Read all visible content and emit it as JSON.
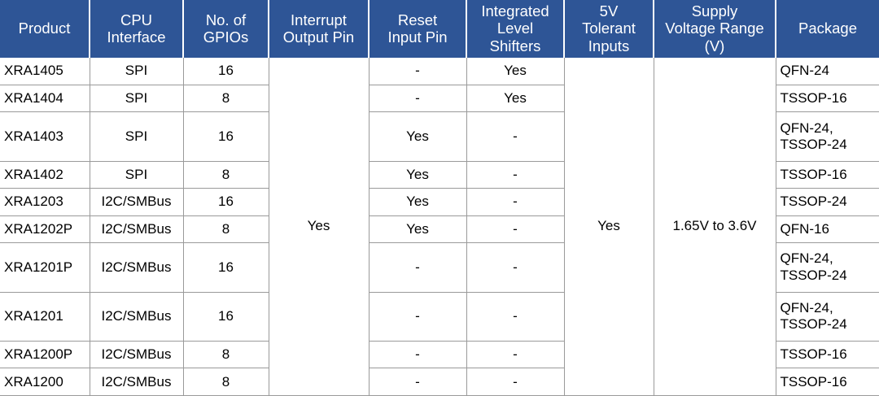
{
  "table": {
    "headers": [
      "Product",
      "CPU\nInterface",
      "No. of\nGPIOs",
      "Interrupt\nOutput Pin",
      "Reset\nInput Pin",
      "Integrated\nLevel\nShifters",
      "5V\nTolerant\nInputs",
      "Supply\nVoltage Range\n(V)",
      "Package"
    ],
    "merged": {
      "interrupt_output_pin": "Yes",
      "five_volt_tolerant_inputs": "Yes",
      "supply_voltage_range": "1.65V to 3.6V"
    },
    "rows": [
      {
        "product": "XRA1405",
        "cpu_interface": "SPI",
        "gpios": "16",
        "reset_input_pin": "-",
        "level_shifters": "Yes",
        "package": "QFN-24"
      },
      {
        "product": "XRA1404",
        "cpu_interface": "SPI",
        "gpios": "8",
        "reset_input_pin": "-",
        "level_shifters": "Yes",
        "package": "TSSOP-16"
      },
      {
        "product": "XRA1403",
        "cpu_interface": "SPI",
        "gpios": "16",
        "reset_input_pin": "Yes",
        "level_shifters": "-",
        "package": "QFN-24,\nTSSOP-24"
      },
      {
        "product": "XRA1402",
        "cpu_interface": "SPI",
        "gpios": "8",
        "reset_input_pin": "Yes",
        "level_shifters": "-",
        "package": "TSSOP-16"
      },
      {
        "product": "XRA1203",
        "cpu_interface": "I2C/SMBus",
        "gpios": "16",
        "reset_input_pin": "Yes",
        "level_shifters": "-",
        "package": "TSSOP-24"
      },
      {
        "product": "XRA1202P",
        "cpu_interface": "I2C/SMBus",
        "gpios": "8",
        "reset_input_pin": "Yes",
        "level_shifters": "-",
        "package": "QFN-16"
      },
      {
        "product": "XRA1201P",
        "cpu_interface": "I2C/SMBus",
        "gpios": "16",
        "reset_input_pin": "-",
        "level_shifters": "-",
        "package": "QFN-24,\nTSSOP-24"
      },
      {
        "product": "XRA1201",
        "cpu_interface": "I2C/SMBus",
        "gpios": "16",
        "reset_input_pin": "-",
        "level_shifters": "-",
        "package": "QFN-24,\nTSSOP-24"
      },
      {
        "product": "XRA1200P",
        "cpu_interface": "I2C/SMBus",
        "gpios": "8",
        "reset_input_pin": "-",
        "level_shifters": "-",
        "package": "TSSOP-16"
      },
      {
        "product": "XRA1200",
        "cpu_interface": "I2C/SMBus",
        "gpios": "8",
        "reset_input_pin": "-",
        "level_shifters": "-",
        "package": "TSSOP-16"
      }
    ],
    "colors": {
      "header_background": "#2E5596",
      "header_text": "#FFFFFF",
      "grid_line": "#9A9A9A",
      "body_text": "#000000",
      "body_background": "#FFFFFF"
    }
  }
}
